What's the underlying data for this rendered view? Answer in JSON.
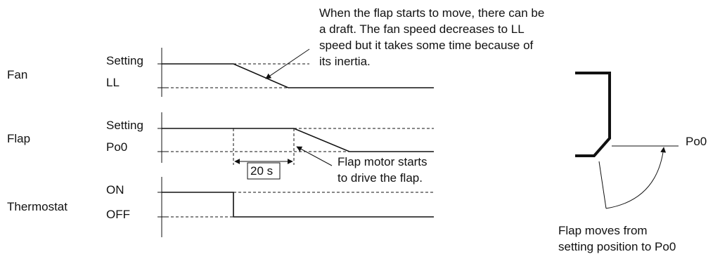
{
  "timing_chart": {
    "rows": [
      {
        "name": "Fan",
        "levels": [
          "Setting",
          "LL"
        ]
      },
      {
        "name": "Flap",
        "levels": [
          "Setting",
          "Po0"
        ]
      },
      {
        "name": "Thermostat",
        "levels": [
          "ON",
          "OFF"
        ]
      }
    ],
    "delay_label": "20 s",
    "draft_note": [
      "When the flap starts to move, there can be",
      "a draft. The fan speed decreases to LL",
      "speed but it takes some time because of",
      "its inertia."
    ],
    "flap_motor_note": [
      "Flap motor starts",
      "to drive the flap."
    ]
  },
  "flap_diagram": {
    "position_label": "Po0",
    "movement_note": [
      "Flap moves from",
      "setting position to Po0"
    ]
  }
}
